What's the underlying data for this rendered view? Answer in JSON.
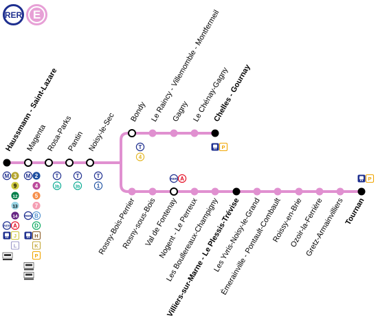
{
  "header": {
    "network_badge": "RER",
    "line_badge": "E",
    "line_color": "#e090d0",
    "network_color": "#1e2f8f"
  },
  "trunk": {
    "stations": [
      {
        "id": "haussmann",
        "name": "Haussmann - Saint-Lazare",
        "terminus": true,
        "connections": [
          {
            "kind": "metro",
            "label": "M"
          },
          {
            "kind": "metro-line",
            "label": "3",
            "bg": "#b6a531",
            "fg": "#ffffff"
          },
          {
            "kind": "metro-line",
            "label": "9",
            "bg": "#cdc83f",
            "fg": "#000000"
          },
          {
            "kind": "metro-line",
            "label": "12",
            "bg": "#007e49",
            "fg": "#ffffff"
          },
          {
            "kind": "metro-line",
            "label": "13",
            "bg": "#99d4e4",
            "fg": "#000000"
          },
          {
            "kind": "metro-line",
            "label": "14",
            "bg": "#662483",
            "fg": "#ffffff"
          },
          {
            "kind": "rer",
            "label": "RER"
          },
          {
            "kind": "rer-line",
            "label": "A",
            "bg": "#ffffff",
            "fg": "#e3051c",
            "bd": "#e3051c"
          },
          {
            "kind": "train",
            "label": "train"
          },
          {
            "kind": "sq-line",
            "label": "J",
            "bg": "#ffffff",
            "fg": "#cec73d",
            "bd": "#cec73d"
          },
          {
            "kind": "sq-line",
            "label": "L",
            "bg": "#ffffff",
            "fg": "#9c9ac9",
            "bd": "#9c9ac9"
          }
        ]
      },
      {
        "id": "magenta",
        "name": "Magenta",
        "terminus": false,
        "connections": [
          {
            "kind": "metro",
            "label": "M"
          },
          {
            "kind": "metro-line",
            "label": "2",
            "bg": "#1d4fa0",
            "fg": "#ffffff"
          },
          {
            "kind": "metro-line",
            "label": "4",
            "bg": "#bb4a9b",
            "fg": "#ffffff"
          },
          {
            "kind": "metro-line",
            "label": "5",
            "bg": "#f68f4b",
            "fg": "#ffffff"
          },
          {
            "kind": "metro-line",
            "label": "7",
            "bg": "#f59eb3",
            "fg": "#ffffff"
          },
          {
            "kind": "rer",
            "label": "RER"
          },
          {
            "kind": "rer-line",
            "label": "B",
            "bg": "#ffffff",
            "fg": "#5191cd",
            "bd": "#5191cd"
          },
          {
            "kind": "rer-line",
            "label": "D",
            "bg": "#ffffff",
            "fg": "#00a65a",
            "bd": "#00a65a"
          },
          {
            "kind": "train",
            "label": "train"
          },
          {
            "kind": "sq-line",
            "label": "H",
            "bg": "#ffffff",
            "fg": "#8d5e2a",
            "bd": "#8d5e2a"
          },
          {
            "kind": "sq-line",
            "label": "K",
            "bg": "#ffffff",
            "fg": "#c4a83a",
            "bd": "#c4a83a"
          },
          {
            "kind": "sq-line",
            "label": "P",
            "bg": "#ffffff",
            "fg": "#f0a500",
            "bd": "#f0a500"
          }
        ]
      },
      {
        "id": "rosa-parks",
        "name": "Rosa-Parks",
        "terminus": false,
        "connections": [
          {
            "kind": "tram",
            "label": "T"
          },
          {
            "kind": "tram-line",
            "label": "3b",
            "bg": "#ffffff",
            "fg": "#00a88f",
            "bd": "#00a88f"
          }
        ]
      },
      {
        "id": "pantin",
        "name": "Pantin",
        "terminus": false,
        "connections": [
          {
            "kind": "tram",
            "label": "T"
          },
          {
            "kind": "tram-line",
            "label": "3b",
            "bg": "#ffffff",
            "fg": "#00a88f",
            "bd": "#00a88f"
          }
        ]
      },
      {
        "id": "noisy-le-sec",
        "name": "Noisy-le-Sec",
        "terminus": false,
        "connections": [
          {
            "kind": "tram",
            "label": "T"
          },
          {
            "kind": "tram-line",
            "label": "1",
            "bg": "#ffffff",
            "fg": "#1d4fa0",
            "bd": "#1d4fa0"
          }
        ]
      }
    ]
  },
  "branch_chelles": {
    "stations": [
      {
        "id": "bondy",
        "name": "Bondy",
        "type": "interchange",
        "connections": [
          {
            "kind": "tram",
            "label": "T"
          },
          {
            "kind": "tram-line",
            "label": "4",
            "bg": "#ffffff",
            "fg": "#e4b51e",
            "bd": "#e4b51e"
          }
        ]
      },
      {
        "id": "le-raincy",
        "name": "Le Raincy - Villemomble - Montfermeil",
        "type": "regular"
      },
      {
        "id": "gagny",
        "name": "Gagny",
        "type": "regular"
      },
      {
        "id": "le-chenay-gagny",
        "name": "Le Chénay-Gagny",
        "type": "regular"
      },
      {
        "id": "chelles-gournay",
        "name": "Chelles - Gournay",
        "type": "terminus",
        "connections": [
          {
            "kind": "train",
            "label": "train"
          },
          {
            "kind": "sq-line",
            "label": "P",
            "bg": "#ffffff",
            "fg": "#f0a500",
            "bd": "#f0a500"
          }
        ]
      }
    ]
  },
  "branch_tournan": {
    "stations": [
      {
        "id": "rosny-bois-perrier",
        "name": "Rosny-Bois-Perrier",
        "type": "regular"
      },
      {
        "id": "rosny-sous-bois",
        "name": "Rosny-sous-Bois",
        "type": "regular"
      },
      {
        "id": "val-de-fontenay",
        "name": "Val de Fontenay",
        "type": "interchange",
        "connections": [
          {
            "kind": "rer",
            "label": "RER"
          },
          {
            "kind": "rer-line",
            "label": "A",
            "bg": "#ffffff",
            "fg": "#e3051c",
            "bd": "#e3051c"
          }
        ]
      },
      {
        "id": "nogent-le-perreux",
        "name": "Nogent - Le Perreux",
        "type": "regular"
      },
      {
        "id": "les-boullereaux",
        "name": "Les Boullereaux-Champigny",
        "type": "regular"
      },
      {
        "id": "villiers-sur-marne",
        "name": "Villiers-sur-Marne - Le Plessis-Trévise",
        "type": "terminus"
      },
      {
        "id": "les-yvris",
        "name": "Les Yvris-Noisy-le-Grand",
        "type": "regular"
      },
      {
        "id": "emerainville",
        "name": "Émerainville - Pontault-Combault",
        "type": "regular"
      },
      {
        "id": "roissy-en-brie",
        "name": "Roissy-en-Brie",
        "type": "regular"
      },
      {
        "id": "ozoir-la-ferriere",
        "name": "Ozoir-la-Ferrière",
        "type": "regular"
      },
      {
        "id": "gretz-armainvilliers",
        "name": "Gretz-Armainvilliers",
        "type": "regular"
      },
      {
        "id": "tournan",
        "name": "Tournan",
        "type": "terminus",
        "connections": [
          {
            "kind": "train",
            "label": "train"
          },
          {
            "kind": "sq-line",
            "label": "P",
            "bg": "#ffffff",
            "fg": "#f0a500",
            "bd": "#f0a500"
          }
        ]
      }
    ]
  }
}
